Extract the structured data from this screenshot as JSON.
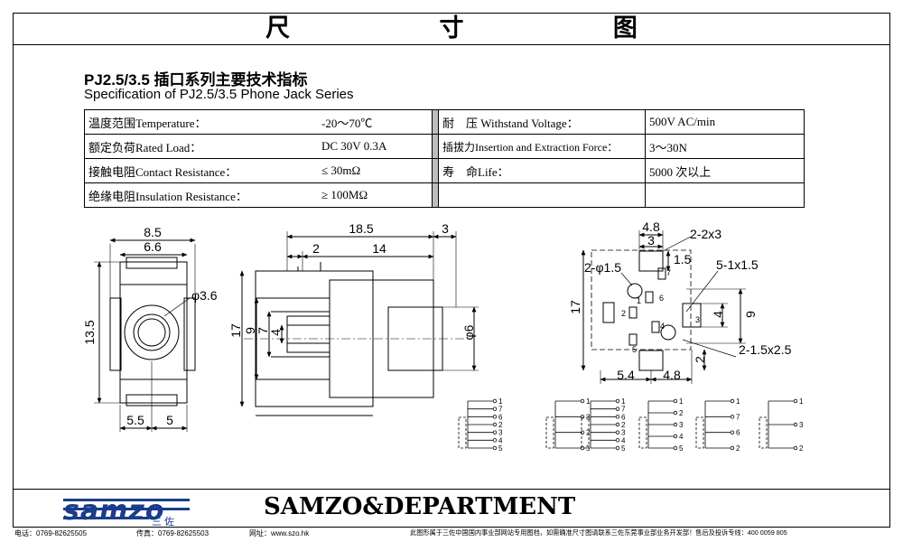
{
  "title": "尺  寸  图",
  "spec": {
    "title_cn": "PJ2.5/3.5 插口系列主要技术指标",
    "title_en": "Specification of PJ2.5/3.5 Phone Jack Series",
    "rows": [
      {
        "l_label": "温度范围Temperature：",
        "l_value": "-20～70℃",
        "r_label": "耐　压 Withstand Voltage：",
        "r_value": "500V AC/min"
      },
      {
        "l_label": "额定负荷Rated Load：",
        "l_value": "DC 30V 0.3A",
        "r_label": "插拔力Insertion and Extraction Force：",
        "r_value": "3～30N"
      },
      {
        "l_label": "接触电阻Contact Resistance：",
        "l_value": "≤ 30mΩ",
        "r_label": "寿　命Life：",
        "r_value": "5000 次以上"
      },
      {
        "l_label": "绝缘电阻Insulation Resistance：",
        "l_value": "≥ 100MΩ",
        "r_label": "",
        "r_value": ""
      }
    ]
  },
  "drawing": {
    "front": {
      "w_outer": "8.5",
      "w_inner": "6.6",
      "hole": "φ3.6",
      "height": "13.5",
      "bot_l": "5.5",
      "bot_r": "5"
    },
    "side": {
      "len": "18.5",
      "d1": "2",
      "d2": "14",
      "d3": "3",
      "h1": "17",
      "h2": "9",
      "h3": "7",
      "h4": "4",
      "dia": "φ6"
    },
    "pcb": {
      "w1": "4.8",
      "w2": "3",
      "note1": "2-2x3",
      "h1": "1.5",
      "note2": "2-φ1.5",
      "note3": "5-1x1.5",
      "h_total": "17",
      "v1": "4",
      "v2": "9",
      "v3": "2",
      "note4": "2-1.5x2.5",
      "b1": "5.4",
      "b2": "4.8",
      "pins": [
        "7",
        "6",
        "1",
        "2",
        "4",
        "3",
        "5"
      ]
    },
    "schematic_pins": [
      [
        "1",
        "7",
        "6",
        "2",
        "3",
        "4",
        "5"
      ],
      [
        "1",
        "3",
        "2",
        "5"
      ],
      [
        "1",
        "7",
        "6",
        "2",
        "3",
        "4",
        "5"
      ],
      [
        "1",
        "2",
        "3",
        "4",
        "5"
      ],
      [
        "1",
        "7",
        "6",
        "2"
      ],
      [
        "1",
        "3",
        "2"
      ]
    ]
  },
  "footer": {
    "brand": "samzo",
    "brand_sub": "三 佐",
    "department": "SAMZO&DEPARTMENT",
    "tel": "电话：0769-82625505",
    "fax": "传真：0769-82625503",
    "web": "网址：www.szo.hk",
    "note": "此图形属于三佐中国国内事业部网站专用图档，如需确准尺寸图请联系三佐东莞事业部业务开发部！售后及投诉专线：400 0059 805"
  },
  "colors": {
    "brand": "#1b3c8c",
    "table_gap": "#bdbdbd"
  }
}
